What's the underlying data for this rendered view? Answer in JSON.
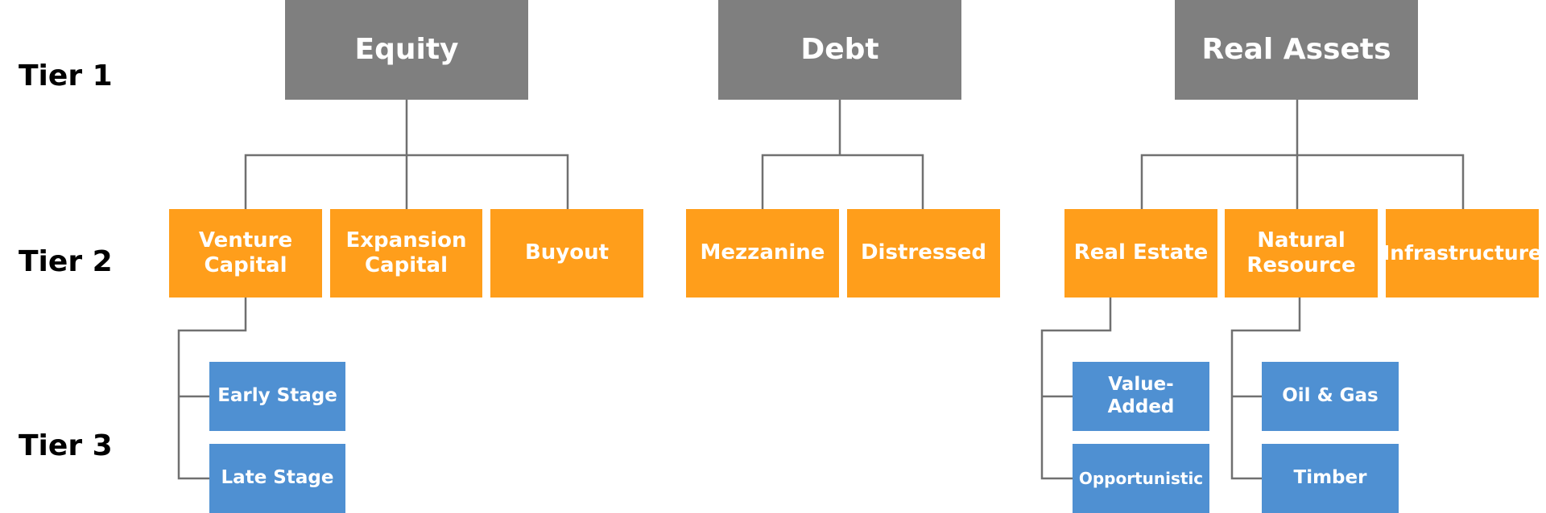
{
  "tiers": [
    "Tier 1",
    "Tier 2",
    "Tier 3"
  ],
  "tier1": [
    {
      "label": "Equity"
    },
    {
      "label": "Debt"
    },
    {
      "label": "Real Assets"
    }
  ],
  "tier2": [
    {
      "label": "Venture\nCapital"
    },
    {
      "label": "Expansion\nCapital"
    },
    {
      "label": "Buyout"
    },
    {
      "label": "Mezzanine"
    },
    {
      "label": "Distressed"
    },
    {
      "label": "Real Estate"
    },
    {
      "label": "Natural\nResource"
    },
    {
      "label": "Infrastructure"
    }
  ],
  "tier3": [
    {
      "label": "Early Stage"
    },
    {
      "label": "Late Stage"
    },
    {
      "label": "Value-\nAdded"
    },
    {
      "label": "Opportunistic"
    },
    {
      "label": "Oil & Gas"
    },
    {
      "label": "Timber"
    }
  ],
  "colors": {
    "tier1": "#7f7f7f",
    "tier2": "#ff9e1b",
    "tier3": "#4f90d2",
    "connector": "#707070"
  }
}
